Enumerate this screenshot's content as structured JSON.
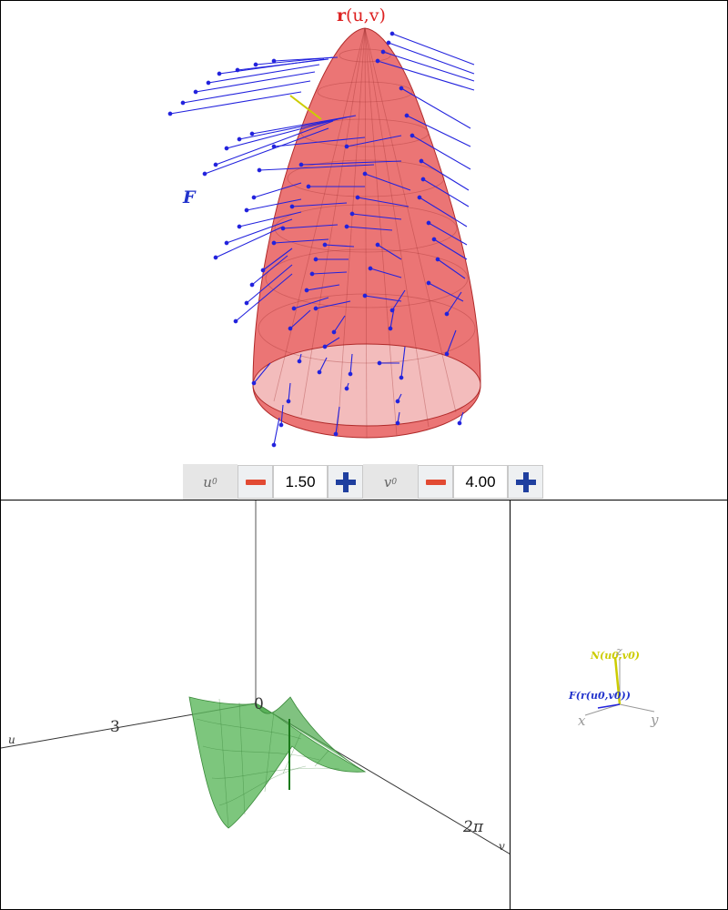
{
  "top_panel": {
    "surface_label_bold": "r",
    "surface_label_args": "(u,v)",
    "field_label": "F",
    "surface_color": "#e34040",
    "vector_color": "#2222dd",
    "normal_color": "#cccc00"
  },
  "controls": {
    "u0_label": "u",
    "u0_sub": "0",
    "u0_value": "1.50",
    "v0_label": "v",
    "v0_sub": "0",
    "v0_value": "4.00"
  },
  "param_plot": {
    "axis_u_label": "u",
    "axis_v_label": "v",
    "tick_origin": "0",
    "tick_u": "3",
    "tick_v": "2π",
    "surface_color": "#5cb85c",
    "marker_color": "#1a7a1a"
  },
  "vectors_plot": {
    "normal_label": "N(u0,v0)",
    "field_label": "F(r(u0,v0))",
    "axis_x": "x",
    "axis_y": "y",
    "axis_z": "z"
  }
}
